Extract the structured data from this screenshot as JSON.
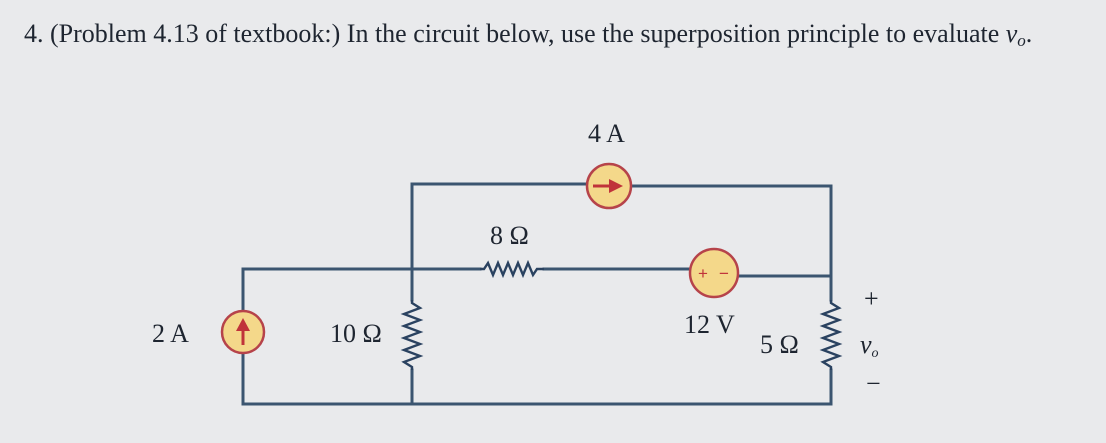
{
  "problem": {
    "number": "4.",
    "text_before": "(Problem 4.13 of textbook:) In the circuit below, use the superposition principle to evaluate ",
    "var": "v",
    "var_sub": "o",
    "text_after": "."
  },
  "circuit": {
    "src_4A_label": "4 A",
    "src_2A_label": "2 A",
    "r8_label": "8 Ω",
    "r10_label": "10 Ω",
    "r5_label": "5 Ω",
    "v12_label": "12 V",
    "vo_plus": "+",
    "vo_minus": "−",
    "vo_var": "v",
    "vo_sub": "o",
    "vs_plus": "+",
    "vs_minus": "−"
  }
}
